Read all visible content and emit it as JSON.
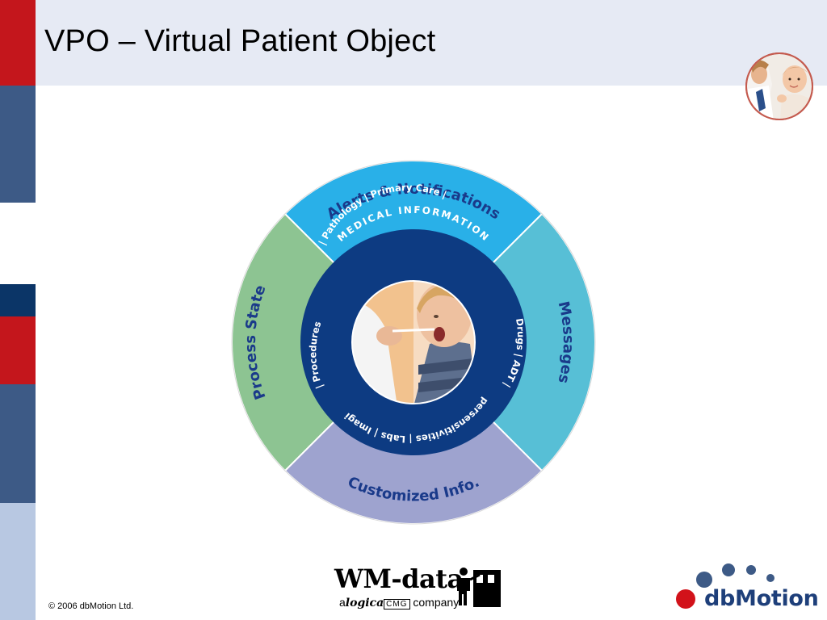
{
  "slide": {
    "title": "VPO – Virtual Patient Object",
    "footer": {
      "copyright": "© 2006 dbMotion Ltd."
    }
  },
  "colors": {
    "header_band": "#e6eaf4",
    "left_bar": [
      "#c4161c",
      "#3d5a86",
      "#ffffff",
      "#0b3567",
      "#c4161c",
      "#3d5a86",
      "#b8c8e2"
    ],
    "outer_top": "#29b0e8",
    "outer_right": "#57bfd6",
    "outer_bottom": "#9ea3cf",
    "outer_left": "#8dc492",
    "inner_ring": "#0d3b82",
    "outer_text": "#1a3a8a",
    "inner_text": "#ffffff"
  },
  "diagram": {
    "outer_segments": {
      "top": "Alerts & Notifications",
      "right": "Messages",
      "bottom": "Customized Info.",
      "left": "Process State"
    },
    "inner_ring": {
      "header": "MEDICAL INFORMATION",
      "items": [
        "Pathology",
        "Primary Care",
        "Drugs",
        "ADT",
        "Hypersensitivities",
        "Labs",
        "Imaging",
        "Procedures"
      ],
      "separator": "|"
    },
    "center_image": "doctor-examining-child-throat"
  },
  "logos": {
    "wm": {
      "main": "WM-data",
      "sub_prefix": "a",
      "sub_logica": "logica",
      "sub_cmg": "CMG",
      "sub_suffix": "company"
    },
    "dbmotion": {
      "name": "dbMotion"
    }
  }
}
